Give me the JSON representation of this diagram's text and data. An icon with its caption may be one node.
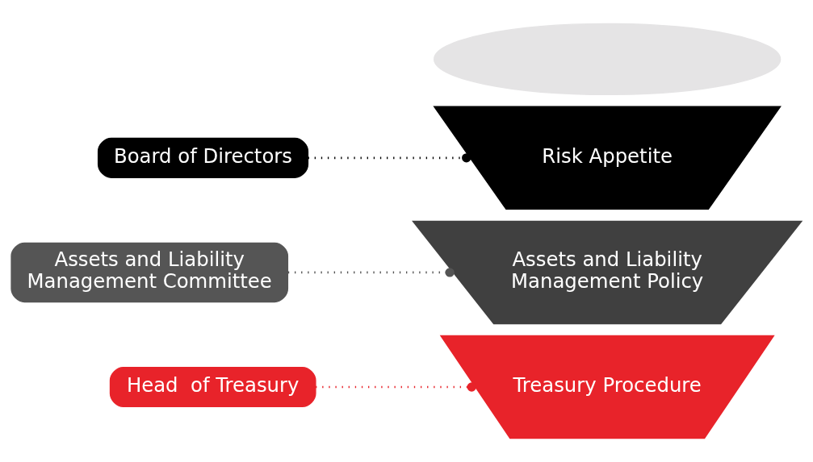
{
  "diagram": {
    "nodes": [
      {
        "text": [],
        "shape": "ellipse"
      },
      {
        "text": [
          "Risk Appetite"
        ]
      },
      {
        "text": [
          "Board of Directors"
        ]
      },
      {
        "text": [
          "Assets and Liability Management Policy"
        ]
      },
      {
        "text": [
          "Assets and Liability Management Committee"
        ]
      },
      {
        "text": [
          "Treasury Procedure"
        ]
      },
      {
        "text": [
          "Head  of Treasury"
        ]
      }
    ],
    "edges": [
      {
        "from": 2,
        "to": 1,
        "arrow": "other",
        "style": "dashed"
      },
      {
        "from": 4,
        "to": 3,
        "arrow": "other",
        "style": "dashed",
        "color": "#555555"
      },
      {
        "from": 6,
        "to": 5,
        "arrow": "other",
        "style": "dashed",
        "color": "#e8232a"
      }
    ]
  }
}
